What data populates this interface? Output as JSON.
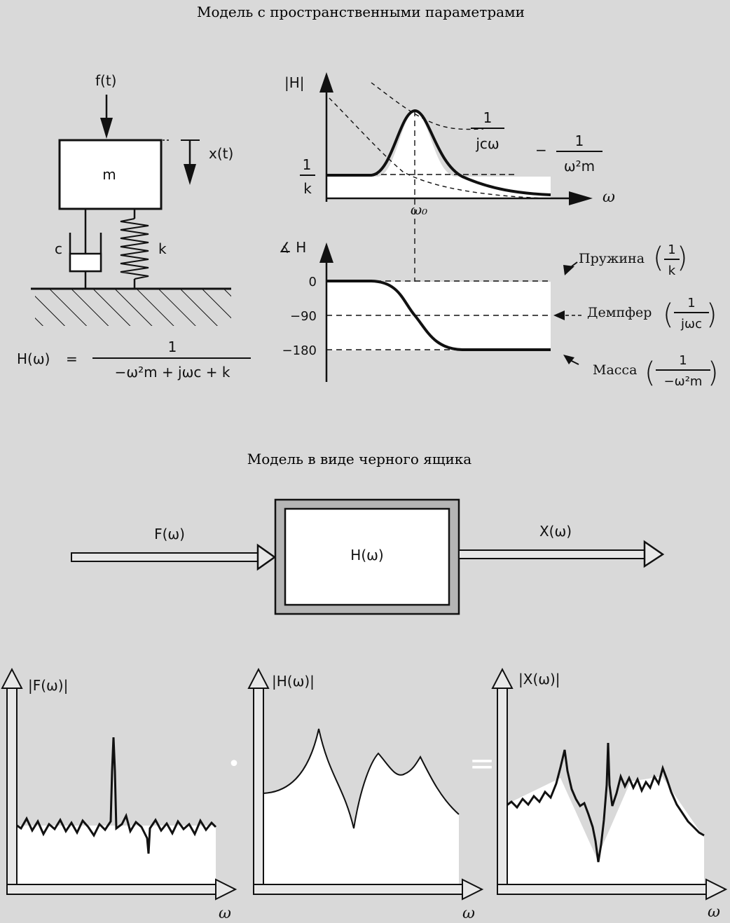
{
  "titles": {
    "spatial_model": "Модель с пространственными параметрами",
    "black_box_model": "Модель в виде черного ящика"
  },
  "mass_spring": {
    "force_label": "f(t)",
    "displacement_label": "x(t)",
    "mass_label": "m",
    "damper_label": "c",
    "spring_label": "k"
  },
  "transfer_formula": {
    "lhs": "H(ω)",
    "equals": "=",
    "numerator": "1",
    "denominator": "−ω²m + jωc + k"
  },
  "magnitude_plot": {
    "y_label": "|H|",
    "x_label": "ω",
    "resonance_label": "ω₀",
    "static_num": "1",
    "static_den": "k",
    "damper_asym_num": "1",
    "damper_asym_den": "jcω",
    "mass_asym_sign": "−",
    "mass_asym_num": "1",
    "mass_asym_den": "ω²m"
  },
  "phase_plot": {
    "y_label": "∡ H",
    "ticks": [
      "0",
      "−90",
      "−180"
    ],
    "annotations": [
      {
        "name": "Пружина",
        "num": "1",
        "den": "k"
      },
      {
        "name": "Демпфер",
        "num": "1",
        "den": "jωc"
      },
      {
        "name": "Масса",
        "num": "1",
        "den": "−ω²m"
      }
    ]
  },
  "black_box": {
    "input_label": "F(ω)",
    "box_label": "H(ω)",
    "output_label": "X(ω)"
  },
  "spectra": {
    "input": {
      "y_label": "|F(ω)|",
      "x_label": "ω"
    },
    "system": {
      "y_label": "|H(ω)|",
      "x_label": "ω"
    },
    "output": {
      "y_label": "|X(ω)|",
      "x_label": "ω"
    },
    "multiply_sign": "•",
    "equals_sign": "="
  }
}
